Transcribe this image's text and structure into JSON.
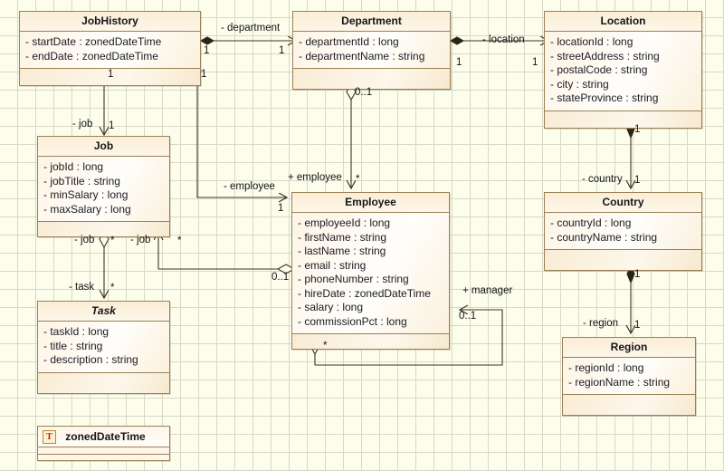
{
  "diagram": {
    "title": "UML Class Diagram",
    "background_color": "#fdfdec",
    "grid_color": "#d8d8c8",
    "class_border_color": "#9a8157",
    "edge_color": "#403322"
  },
  "classes": [
    {
      "id": "jobhistory",
      "name": "JobHistory",
      "abstract": false,
      "attributes": [
        "- startDate : zonedDateTime",
        "- endDate : zonedDateTime"
      ]
    },
    {
      "id": "department",
      "name": "Department",
      "abstract": false,
      "attributes": [
        "- departmentId : long",
        "- departmentName : string"
      ]
    },
    {
      "id": "location",
      "name": "Location",
      "abstract": false,
      "attributes": [
        "- locationId : long",
        "- streetAddress : string",
        "- postalCode : string",
        "- city : string",
        "- stateProvince : string"
      ]
    },
    {
      "id": "job",
      "name": "Job",
      "abstract": false,
      "attributes": [
        "- jobId : long",
        "- jobTitle : string",
        "- minSalary : long",
        "- maxSalary : long"
      ]
    },
    {
      "id": "employee",
      "name": "Employee",
      "abstract": false,
      "attributes": [
        "- employeeId : long",
        "- firstName : string",
        "- lastName : string",
        "- email : string",
        "- phoneNumber : string",
        "- hireDate : zonedDateTime",
        "- salary : long",
        "- commissionPct : long"
      ]
    },
    {
      "id": "country",
      "name": "Country",
      "abstract": false,
      "attributes": [
        "- countryId : long",
        "- countryName : string"
      ]
    },
    {
      "id": "task",
      "name": "Task",
      "abstract": true,
      "attributes": [
        "- taskId : long",
        "- title : string",
        "- description : string"
      ]
    },
    {
      "id": "region",
      "name": "Region",
      "abstract": false,
      "attributes": [
        "- regionId : long",
        "- regionName : string"
      ]
    }
  ],
  "datatype": {
    "id": "zoneddatetime",
    "badge": "T",
    "name": "zonedDateTime"
  },
  "relationships": [
    {
      "id": "jobhistory-department",
      "from": "jobhistory",
      "to": "department",
      "role": "- department",
      "source_multiplicity": "1",
      "target_multiplicity": "1",
      "source_marker": "filled-diamond",
      "target_marker": "open-arrow"
    },
    {
      "id": "department-location",
      "from": "department",
      "to": "location",
      "role": "- location",
      "source_multiplicity": "1",
      "target_multiplicity": "1",
      "source_marker": "filled-diamond",
      "target_marker": "open-arrow"
    },
    {
      "id": "jobhistory-job",
      "from": "jobhistory",
      "to": "job",
      "role": "- job",
      "source_multiplicity": "1",
      "target_multiplicity": "1",
      "source_marker": "filled-diamond",
      "target_marker": "open-arrow"
    },
    {
      "id": "jobhistory-employee",
      "from": "jobhistory",
      "to": "employee",
      "role": "- employee",
      "source_multiplicity": "1",
      "target_multiplicity": "1",
      "source_marker": "filled-diamond",
      "target_marker": "open-arrow"
    },
    {
      "id": "department-employee",
      "from": "department",
      "to": "employee",
      "role": "+ employee",
      "source_multiplicity": "0..1",
      "target_multiplicity": "*",
      "source_marker": "open-diamond",
      "target_marker": "open-arrow"
    },
    {
      "id": "location-country",
      "from": "location",
      "to": "country",
      "role": "- country",
      "source_multiplicity": "1",
      "target_multiplicity": "1",
      "source_marker": "filled-diamond",
      "target_marker": "open-arrow"
    },
    {
      "id": "country-region",
      "from": "country",
      "to": "region",
      "role": "- region",
      "source_multiplicity": "1",
      "target_multiplicity": "1",
      "source_marker": "filled-diamond",
      "target_marker": "open-arrow"
    },
    {
      "id": "job-task",
      "from": "job",
      "to": "task",
      "role_source": "- job",
      "role_target": "- task",
      "source_multiplicity": "*",
      "target_multiplicity": "*",
      "source_marker": "open-diamond",
      "target_marker": "open-arrow"
    },
    {
      "id": "employee-job",
      "from": "employee",
      "to": "job",
      "role": "- job",
      "source_multiplicity": "0..1",
      "target_multiplicity": "*",
      "source_marker": "open-diamond",
      "target_marker": "open-arrow"
    },
    {
      "id": "employee-manager",
      "from": "employee",
      "to": "employee",
      "role": "+ manager",
      "source_multiplicity": "*",
      "target_multiplicity": "0..1",
      "source_marker": "open-diamond",
      "target_marker": "open-arrow"
    }
  ],
  "edge_labels": {
    "department": "- department",
    "location": "- location",
    "job_from_jobhistory": "- job",
    "employee_from_jobhistory": "- employee",
    "employee_from_department": "+ employee",
    "country": "- country",
    "region": "- region",
    "job_to_task_source": "- job",
    "task": "- task",
    "job_from_employee": "- job",
    "manager": "+ manager"
  },
  "multiplicities": {
    "jh_dept_src": "1",
    "jh_dept_tgt": "1",
    "dept_loc_src": "1",
    "dept_loc_tgt": "1",
    "jh_job_src": "1",
    "jh_job_tgt": "1",
    "jh_emp_src": "1",
    "jh_emp_tgt": "1",
    "dept_emp_src": "0..1",
    "dept_emp_tgt": "*",
    "loc_ctry_src": "1",
    "loc_ctry_tgt": "1",
    "ctry_reg_src": "1",
    "ctry_reg_tgt": "1",
    "job_task_src": "*",
    "job_task_tgt": "*",
    "emp_job_src": "0..1",
    "emp_job_tgt": "*",
    "emp_mgr_src": "*",
    "emp_mgr_tgt": "0..1"
  }
}
